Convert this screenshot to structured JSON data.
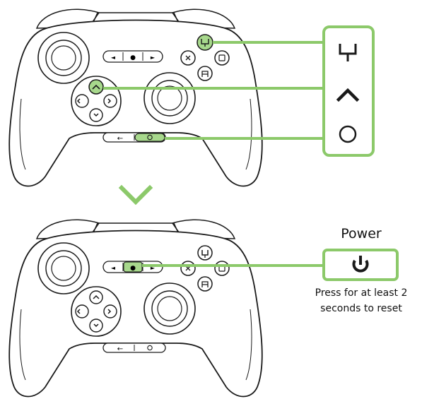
{
  "colors": {
    "accent": "#8cc96a",
    "accent_fill": "#a7d88c",
    "outline": "#1a1a1a",
    "background": "#ffffff"
  },
  "icons": {
    "controller_buttons": [
      "menu-left-icon",
      "home-icon",
      "menu-right-icon",
      "y-icon",
      "x-icon",
      "b-icon",
      "a-icon",
      "dpad-up-icon",
      "dpad-left-icon",
      "dpad-right-icon",
      "dpad-down-icon",
      "back-icon",
      "circle-icon"
    ],
    "combo_panel": [
      "y-icon",
      "chevron-up-icon",
      "circle-icon"
    ],
    "transition": "chevron-down-icon",
    "power_panel": "power-icon"
  },
  "power": {
    "title": "Power",
    "note_line1": "Press for at least 2",
    "note_line2": "seconds to reset"
  }
}
